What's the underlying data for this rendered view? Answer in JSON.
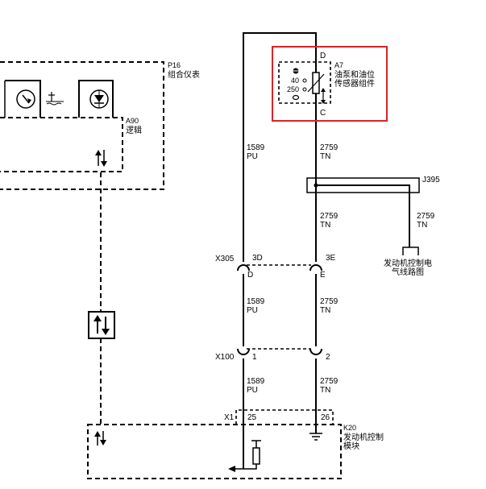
{
  "modules": {
    "cluster": {
      "ref": "P16",
      "name": "组合仪表"
    },
    "logic": {
      "ref": "A90",
      "name": "逻辑"
    },
    "sensor": {
      "ref": "A7",
      "name_line1": "油泵和油位",
      "name_line2": "传感器组件",
      "pin_top": "D",
      "pin_bottom": "C",
      "value_a": "40",
      "value_b": "250"
    },
    "splice": {
      "ref": "J395"
    },
    "ecm": {
      "ref": "K20",
      "name_line1": "发动机控制",
      "name_line2": "模块"
    },
    "ecm_ref": {
      "line1": "发动机控制电",
      "line2": "气线路图"
    }
  },
  "wires": {
    "left": {
      "circuit": "1589",
      "color": "PU"
    },
    "right": {
      "circuit": "2759",
      "color": "TN"
    }
  },
  "connectors": {
    "x305": {
      "name": "X305",
      "pin_left": "3D",
      "pin_right": "3E",
      "sub_left": "D",
      "sub_right": "E"
    },
    "x100": {
      "name": "X100",
      "pin_left": "1",
      "pin_right": "2"
    },
    "x1": {
      "name": "X1",
      "pin_left": "25",
      "pin_right": "26"
    }
  },
  "colors": {
    "highlight": "#d9232a",
    "ink": "#000000"
  },
  "icons": [
    "fuel-gauge-icon",
    "fuel-level-icon",
    "low-fuel-warning-icon",
    "data-arrows-icon",
    "thermistor-icon",
    "ground-icon"
  ]
}
